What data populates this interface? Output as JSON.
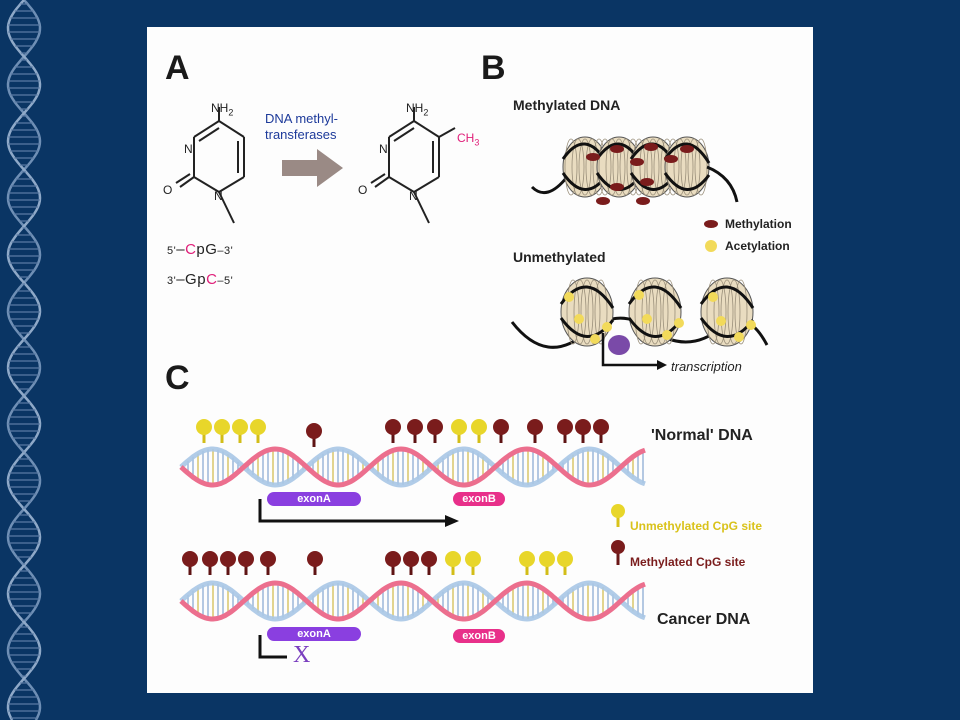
{
  "panelA": {
    "letter": "A",
    "enzyme_line1": "DNA methyl-",
    "enzyme_line2": "transferases",
    "amine": "NH",
    "amine_sub": "2",
    "methyl": "CH",
    "methyl_sub": "3",
    "atom_N": "N",
    "atom_O": "O",
    "seq_top": [
      "5'",
      "–",
      "C",
      "pG",
      "–3'"
    ],
    "seq_bottom": [
      "3'",
      "–Gp",
      "C",
      "–5'"
    ]
  },
  "panelB": {
    "letter": "B",
    "methylated_title": "Methylated DNA",
    "unmethylated_title": "Unmethylated",
    "legend_methylation": "Methylation",
    "legend_acetylation": "Acetylation",
    "transcription": "transcription"
  },
  "panelC": {
    "letter": "C",
    "normal_label": "'Normal' DNA",
    "cancer_label": "Cancer DNA",
    "exonA": "exonA",
    "exonB": "exonB",
    "legend_unmethylated": "Unmethylated CpG site",
    "legend_methylated": "Methylated CpG site",
    "block_mark": "X"
  },
  "colors": {
    "background": "#0a3564",
    "methylated_site": "#7a1c1c",
    "unmethylated_site": "#e8d62a",
    "exonA": "#8a3fe0",
    "exonB": "#e8308a",
    "nucleosome": "#e9dcc0",
    "arrow_gray": "#9a8a85",
    "polymerase": "#7a4aa8"
  }
}
